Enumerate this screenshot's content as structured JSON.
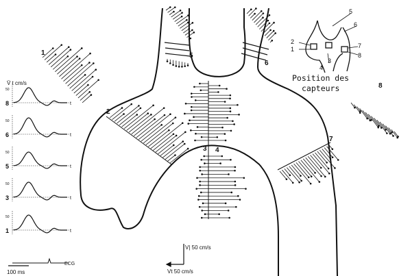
{
  "colors": {
    "ink": "#111111",
    "background": "#ffffff"
  },
  "caption": {
    "line1": "Position des",
    "line2": "capteurs"
  },
  "measurement_points": [
    "1",
    "2",
    "3",
    "4",
    "5",
    "6",
    "7",
    "8"
  ],
  "inset_labels": [
    "5",
    "6",
    "2",
    "1",
    "7",
    "8",
    "3",
    "4"
  ],
  "waveforms": {
    "axis_unit": "V̄ t cm/s",
    "scale_mark": "50",
    "rows": [
      {
        "label": "8",
        "time_mark": "t"
      },
      {
        "label": "6",
        "time_mark": "t"
      },
      {
        "label": "5",
        "time_mark": "t"
      },
      {
        "label": "3",
        "time_mark": "t"
      },
      {
        "label": "1",
        "time_mark": "t"
      }
    ],
    "ecg_label": "ECG",
    "time_scale": "100 ms"
  },
  "scale_bars": {
    "vertical": "V| 50 cm/s",
    "horizontal": "Vt  50 cm/s"
  }
}
